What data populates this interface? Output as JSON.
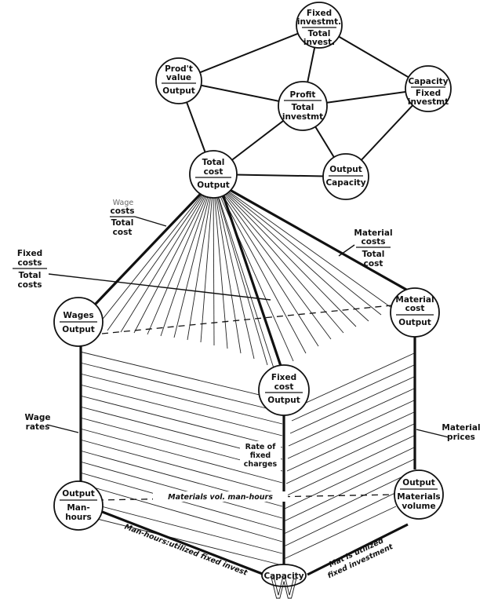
{
  "nodes": {
    "fixed_invest_total": {
      "num": [
        "Fixed",
        "investmt."
      ],
      "den": [
        "Total",
        "invest."
      ]
    },
    "prodt_value_output": {
      "num": [
        "Prod't",
        "value"
      ],
      "den": [
        "Output"
      ]
    },
    "profit_total_invest": {
      "num": [
        "Profit"
      ],
      "den": [
        "Total",
        "investmt"
      ]
    },
    "capacity_fixed_invest": {
      "num": [
        "Capacity"
      ],
      "den": [
        "Fixed",
        "investmt"
      ]
    },
    "total_cost_output": {
      "num": [
        "Total",
        "cost"
      ],
      "den": [
        "Output"
      ]
    },
    "output_capacity": {
      "num": [
        "Output"
      ],
      "den": [
        "Capacity"
      ]
    },
    "wages_output": {
      "num": [
        "Wages"
      ],
      "den": [
        "Output"
      ]
    },
    "material_cost_output": {
      "num": [
        "Material",
        "cost"
      ],
      "den": [
        "Output"
      ]
    },
    "fixed_cost_output": {
      "num": [
        "Fixed",
        "cost"
      ],
      "den": [
        "Output"
      ]
    },
    "output_manhours": {
      "num": [
        "Output"
      ],
      "den": [
        "Man-",
        "hours"
      ]
    },
    "output_materials_volume": {
      "num": [
        "Output"
      ],
      "den": [
        "Materials",
        "volume"
      ]
    },
    "capacity": {
      "label": "Capacity"
    }
  },
  "labels": {
    "wage_costs": {
      "top": "Wage",
      "num": "costs",
      "den": [
        "Total",
        "cost"
      ]
    },
    "material_costs": {
      "num": [
        "Material",
        "costs"
      ],
      "den": [
        "Total",
        "cost"
      ]
    },
    "fixed_costs": {
      "num": [
        "Fixed",
        "costs"
      ],
      "den": [
        "Total",
        "costs"
      ]
    },
    "wage_rates": [
      "Wage",
      "rates"
    ],
    "material_prices": [
      "Material",
      "prices"
    ],
    "rate_fixed_charges": [
      "Rate of",
      "fixed",
      "charges"
    ],
    "materials_vol_manhours": "Materials vol. man-hours",
    "manhours_utilized": "Man-hours:utilized fixed invest",
    "matls_utilized": [
      "Mat'ls utilized",
      "fixed investment"
    ],
    "bottom_mark": "W"
  }
}
